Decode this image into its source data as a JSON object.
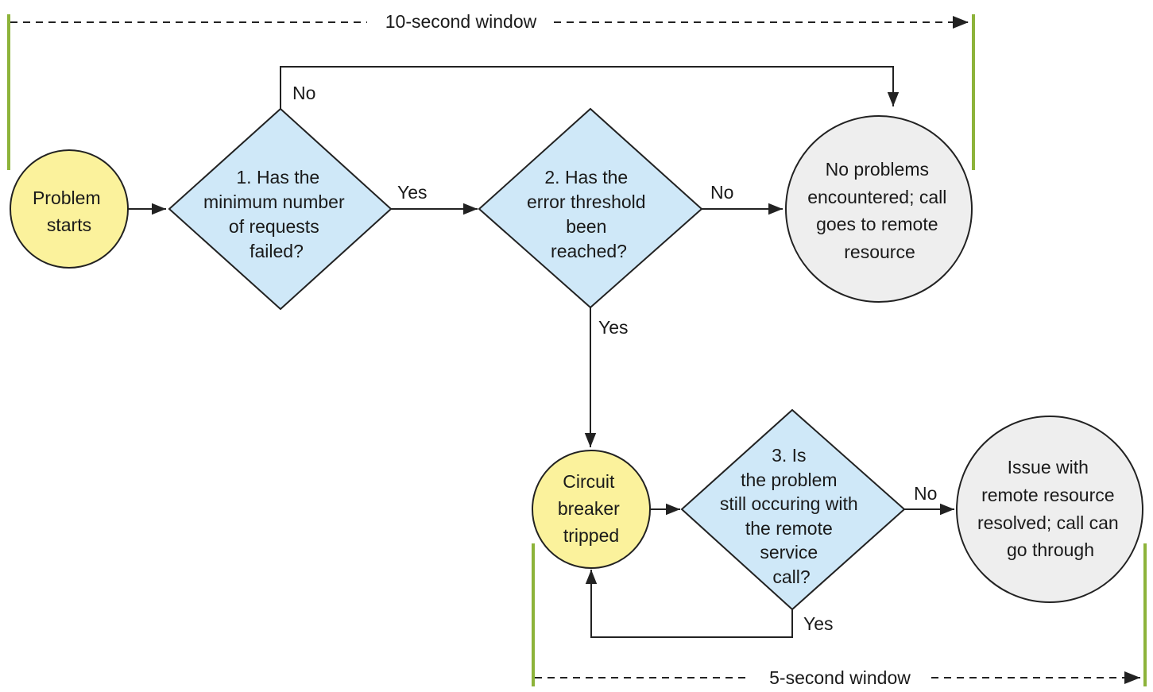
{
  "windows": {
    "top": {
      "label": "10-second window"
    },
    "bottom": {
      "label": "5-second window"
    }
  },
  "nodes": {
    "problem_starts": {
      "lines": [
        "Problem",
        "starts"
      ]
    },
    "decision_min_requests": {
      "lines": [
        "1. Has the",
        "minimum number",
        "of requests",
        "failed?"
      ]
    },
    "decision_error_threshold": {
      "lines": [
        "2. Has the",
        "error threshold",
        "been",
        "reached?"
      ]
    },
    "no_problems": {
      "lines": [
        "No problems",
        "encountered; call",
        "goes to remote",
        "resource"
      ]
    },
    "circuit_tripped": {
      "lines": [
        "Circuit",
        "breaker",
        "tripped"
      ]
    },
    "decision_still_occurring": {
      "lines": [
        "3. Is",
        "the problem",
        "still occuring with",
        "the remote",
        "service",
        "call?"
      ]
    },
    "issue_resolved": {
      "lines": [
        "Issue with",
        "remote resource",
        "resolved; call can",
        "go through"
      ]
    }
  },
  "edge_labels": {
    "d1_no": "No",
    "d1_yes": "Yes",
    "d2_no": "No",
    "d2_yes": "Yes",
    "d3_no": "No",
    "d3_yes": "Yes"
  },
  "colors": {
    "start_fill": "#fbf29c",
    "decision_fill": "#cfe8f8",
    "end_fill": "#eeeeee",
    "stroke": "#222222",
    "window_bar": "#8db33a"
  }
}
